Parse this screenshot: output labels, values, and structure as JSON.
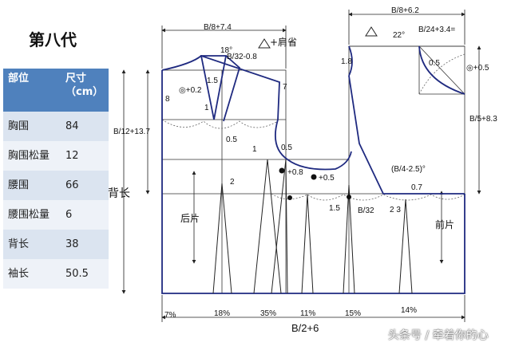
{
  "title": "第八代",
  "table": {
    "header": [
      "部位",
      "尺寸\n（cm）"
    ],
    "rows": [
      [
        "胸围",
        "84"
      ],
      [
        "胸围松量",
        "12"
      ],
      [
        "腰围",
        "66"
      ],
      [
        "腰围松量",
        "6"
      ],
      [
        "背长",
        "38"
      ],
      [
        "袖长",
        "50.5"
      ]
    ]
  },
  "labels": {
    "top_left_width": "B/8+7.4",
    "top_right_width": "B/8+6.2",
    "shoulder_dart": "+肩省",
    "back_neck": "18°",
    "b32_08": "B/32-0.8",
    "front_neck": "22°",
    "b24_34": "B/24+3.4=",
    "dot_02": "◎+0.2",
    "dot_05": "◎+0.5",
    "v15a": "1.5",
    "v8": "8",
    "v7": "7",
    "v18": "1.8",
    "v05_front": "0.5",
    "back_depth": "B/12+13.7",
    "front_depth": "B/5+8.3",
    "v1a": "1",
    "v05a": "0.5",
    "v1b": "1",
    "v05b": "0.5",
    "plus08": "+0.8",
    "plus05": "+0.5",
    "v2": "2",
    "v15b": "1.5",
    "b32": "B/32",
    "b4": "(B/4-2.5)°",
    "v07": "0.7",
    "v23": "2 3",
    "back_length": "背长",
    "back_piece": "后片",
    "front_piece": "前片",
    "bottom_width": "B/2+6",
    "pct": [
      "7%",
      "18%",
      "35%",
      "11%",
      "15%",
      "14%"
    ]
  },
  "colors": {
    "pattern": "#1f2a80",
    "line": "#222222",
    "header": "#4f81bd"
  },
  "watermark": "头条号 / 牵着你的心"
}
